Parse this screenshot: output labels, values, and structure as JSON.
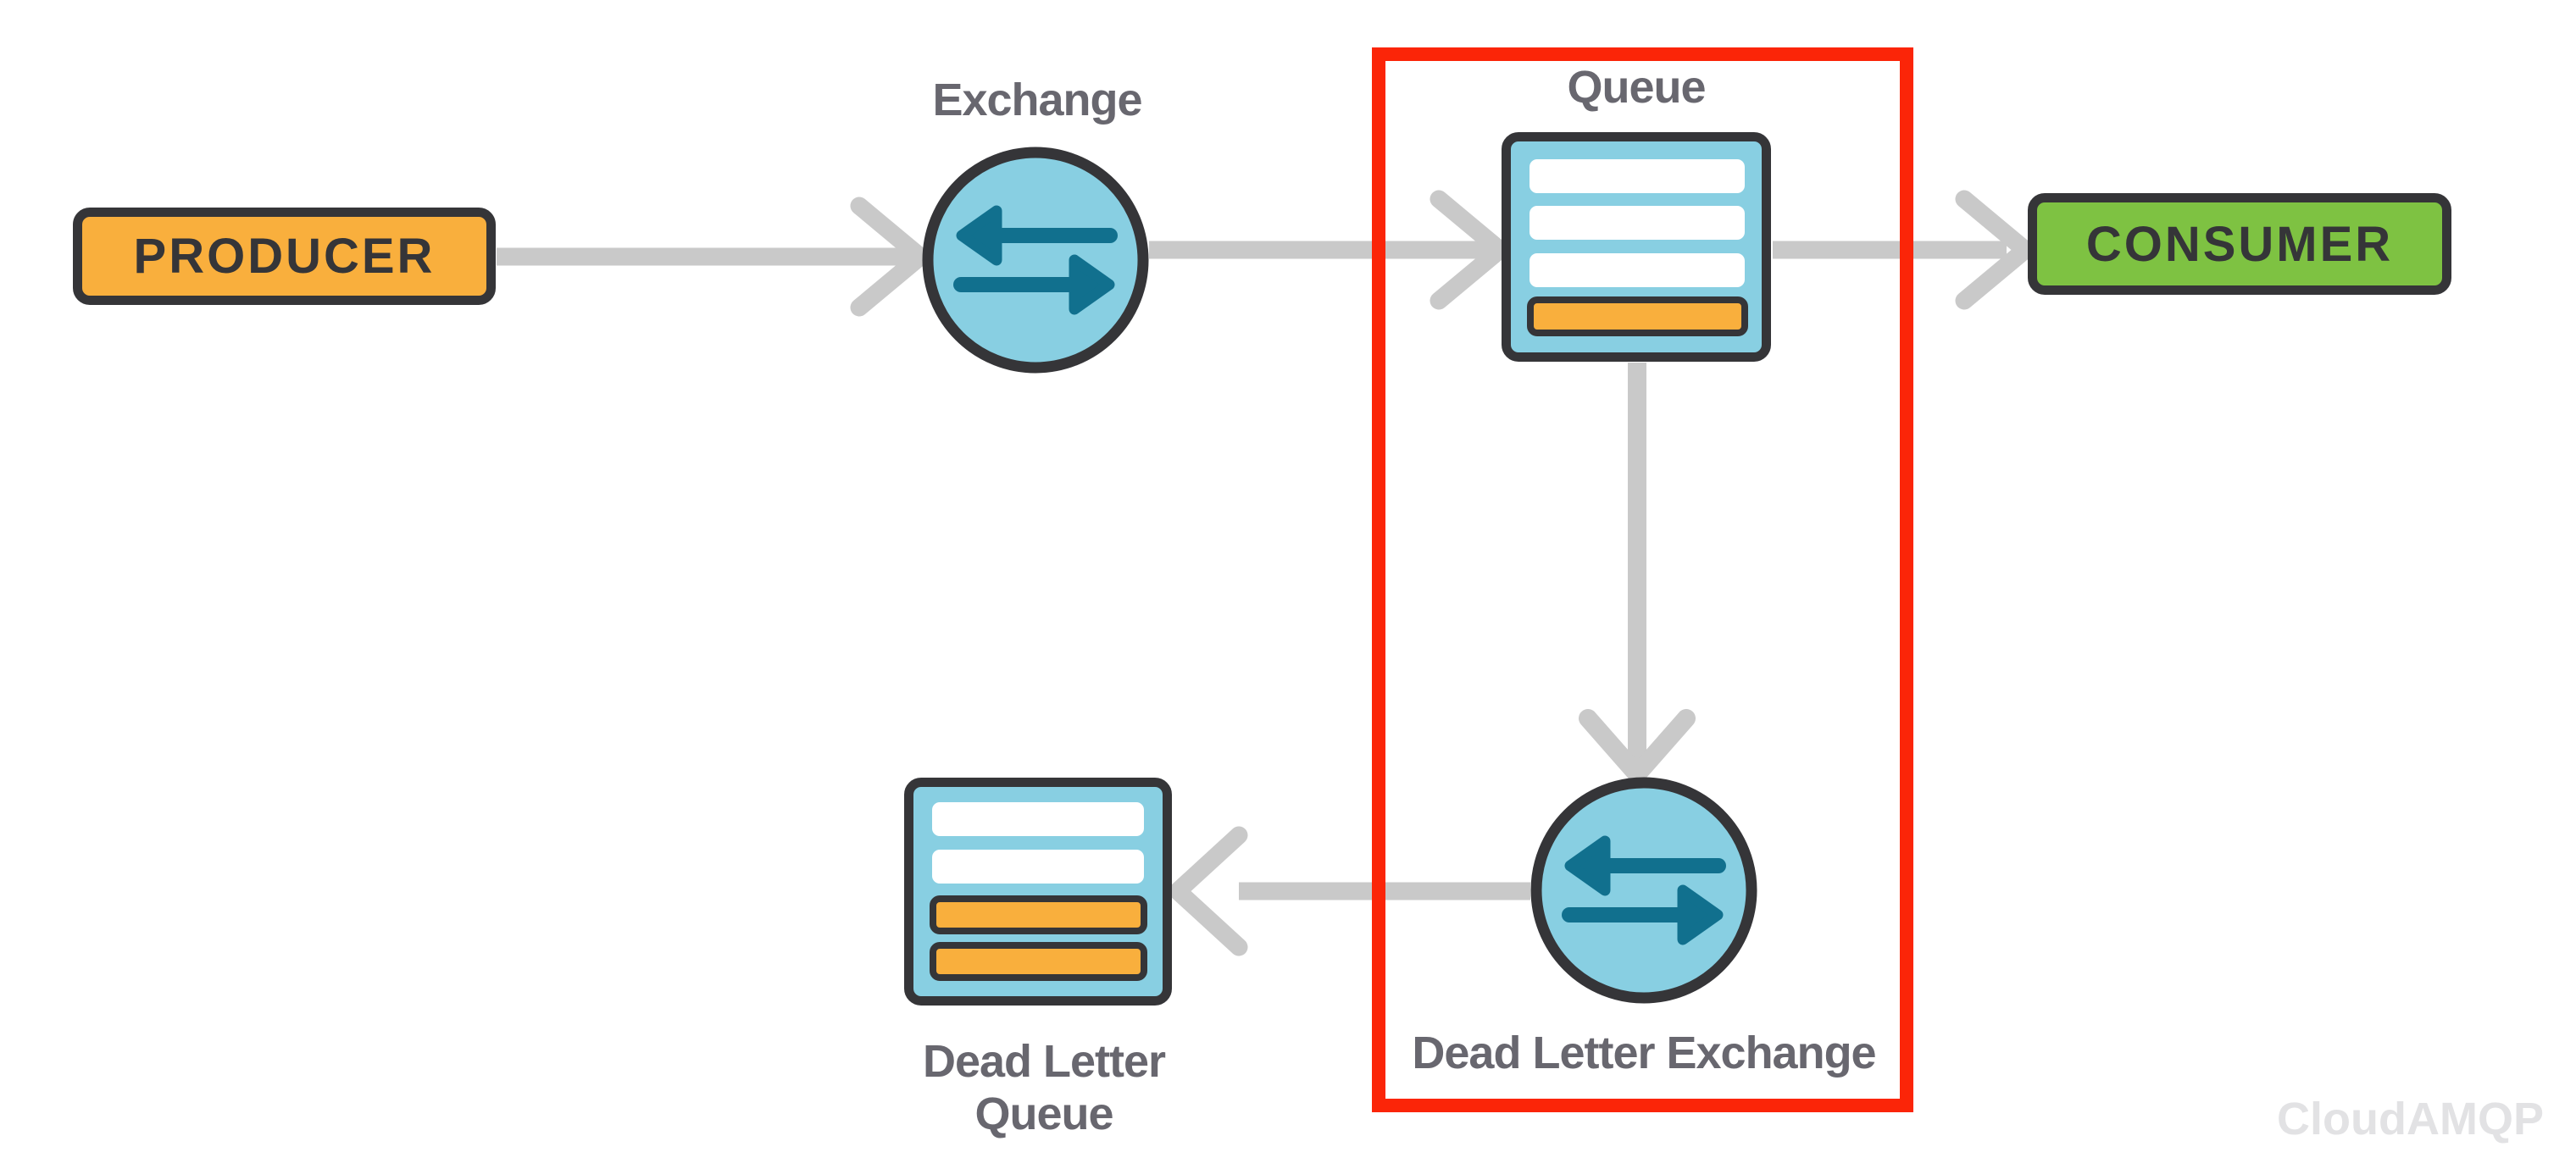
{
  "nodes": {
    "producer": {
      "label": "PRODUCER",
      "fill": "#F9AF3D",
      "shape": "rounded-box"
    },
    "exchange": {
      "label": "Exchange",
      "shape": "circle",
      "icon": "two-way-arrows"
    },
    "queue": {
      "label": "Queue",
      "shape": "rounded-box",
      "icon": "message-stack"
    },
    "consumer": {
      "label": "CONSUMER",
      "fill": "#7EC242",
      "shape": "rounded-box"
    },
    "dead_letter_exchange": {
      "label": "Dead Letter Exchange",
      "shape": "circle",
      "icon": "two-way-arrows"
    },
    "dead_letter_queue": {
      "label_line1": "Dead Letter",
      "label_line2": "Queue",
      "shape": "rounded-box",
      "icon": "message-stack"
    }
  },
  "edges": [
    {
      "from": "Producer",
      "to": "Exchange",
      "direction": "right"
    },
    {
      "from": "Exchange",
      "to": "Queue",
      "direction": "right"
    },
    {
      "from": "Queue",
      "to": "Consumer",
      "direction": "right"
    },
    {
      "from": "Queue",
      "to": "Dead Letter Exchange",
      "direction": "down"
    },
    {
      "from": "Dead Letter Exchange",
      "to": "Dead Letter Queue",
      "direction": "left"
    }
  ],
  "highlight": {
    "shape": "rectangle",
    "color": "#FB2508",
    "contains": [
      "Queue",
      "Dead Letter Exchange"
    ]
  },
  "icons": {
    "queue_icon": {
      "white_bars": 3,
      "orange_bars": 1
    },
    "dead_letter_queue_icon": {
      "white_bars": 2,
      "orange_bars": 2
    },
    "exchange_icon": "two-way-arrows"
  },
  "colors": {
    "node_border": "#353538",
    "producer_fill": "#F9AF3D",
    "consumer_fill": "#7EC242",
    "exchange_circle_fill": "#88CFE2",
    "exchange_arrow_teal": "#11708E",
    "queue_box_fill": "#88CFE2",
    "message_bar_white": "#FFFFFF",
    "message_bar_orange": "#F9AF3D",
    "flow_arrow_gray": "#C9C9C9",
    "label_gray": "#68676F",
    "highlight_red": "#FB2508",
    "watermark_gray": "#E2E2E4"
  },
  "watermark": "CloudAMQP"
}
